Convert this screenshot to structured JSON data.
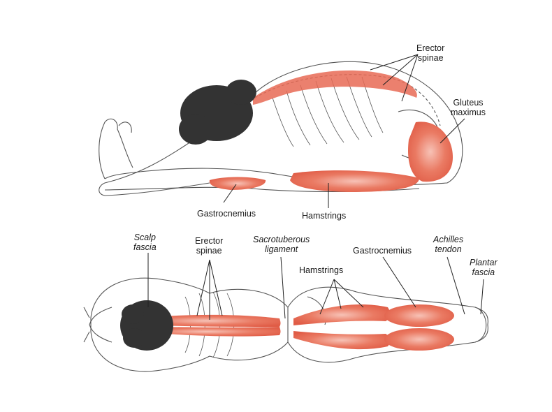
{
  "labels": {
    "erector_spinae_side": [
      "Erector",
      "spinae"
    ],
    "gluteus_maximus": [
      "Gluteus",
      "maximus"
    ],
    "gastrocnemius_side": "Gastrocnemius",
    "hamstrings_side": "Hamstrings",
    "scalp_fascia": [
      "Scalp",
      "fascia"
    ],
    "erector_spinae_top": [
      "Erector",
      "spinae"
    ],
    "sacrotuberous_ligament": [
      "Sacrotuberous",
      "ligament"
    ],
    "gastrocnemius_top": "Gastrocnemius",
    "achilles_tendon": [
      "Achilles",
      "tendon"
    ],
    "hamstrings_top": "Hamstrings",
    "plantar_fascia": [
      "Plantar",
      "fascia"
    ]
  },
  "colors": {
    "muscle": "#e86a55",
    "muscle_light": "#f3a596",
    "line_art": "#555555",
    "hair": "#333333",
    "leader": "#222222"
  }
}
